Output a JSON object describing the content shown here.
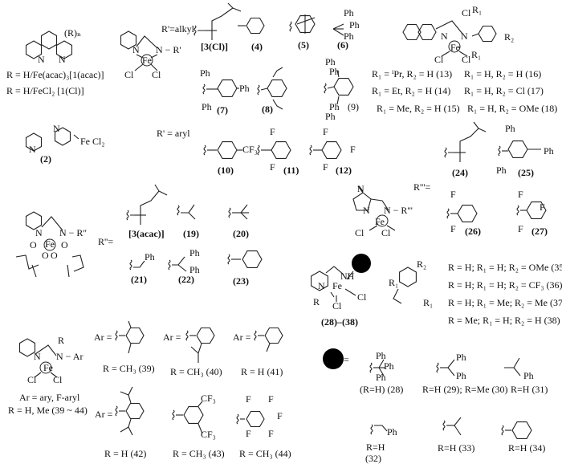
{
  "phen": {
    "rn": "(R)ₙ",
    "n1": "N",
    "n2": "N",
    "line1": "R = H/Fe(acac)₃[1(acac)]",
    "line2": "R = H/FeCl₂ [1(Cl)]"
  },
  "bipy": {
    "n1": "N",
    "n2": "N",
    "fecl2": "Fe Cl₂",
    "label": "(2)"
  },
  "complex3": {
    "n1": "N",
    "n2": "N − R'",
    "fe": "Fe",
    "cl1": "Cl",
    "cl2": "Cl",
    "alkyl": "R'=alkyl",
    "aryl": "R' = aryl"
  },
  "alkyl_groups": {
    "l3": "[3(Cl)]",
    "l4": "(4)",
    "l5": "(5)",
    "l6": "(6)",
    "ph": "Ph"
  },
  "aryl_groups": {
    "l7": "(7)",
    "l8": "(8)",
    "l9": "(9)",
    "l10": "(10)",
    "l11": "(11)",
    "l12": "(12)",
    "ph": "Ph",
    "cf3": "CF₃",
    "f": "F"
  },
  "quinoline": {
    "cl": "Cl",
    "r1": "R₁",
    "r2": "R₂",
    "n1": "N",
    "n2": "N",
    "fe": "Fe",
    "cl1": "Cl",
    "cl2": "Cl",
    "rows": [
      "R₁ = ⁱPr, R₂ = H (13)",
      "R₁ = H, R₂ = H (16)",
      "R₁ = Et, R₂ = H (14)",
      "R₁ = H, R₂ = Cl (17)",
      "R₁ = Me, R₂ = H (15)",
      "R₁ = H, R₂ = OMe (18)"
    ]
  },
  "groups24_25": {
    "l24": "(24)",
    "l25": "(25)",
    "ph": "Ph"
  },
  "acac": {
    "n1": "N",
    "n2": "N − R''",
    "fe": "Fe",
    "o": "O",
    "rpp": "R''=",
    "l3": "[3(acac)]",
    "l19": "(19)",
    "l20": "(20)",
    "l21": "(21)",
    "l22": "(22)",
    "l23": "(23)",
    "ph": "Ph"
  },
  "imid": {
    "n": "N",
    "n1": "N",
    "n2": "N − R'''",
    "fe": "Fe",
    "cl1": "Cl",
    "cl2": "Cl",
    "rppp": "R'''=",
    "f": "F",
    "l26": "(26)",
    "l27": "(27)"
  },
  "amine": {
    "nh": "NH",
    "n": "N",
    "fe": "Fe",
    "cl1": "Cl",
    "cl2": "Cl",
    "r": "R",
    "label": "(28)–(38)",
    "r1": "R₁",
    "r2": "R₂",
    "rows": [
      "R = H; R₁ = H; R₂ = OMe (35)",
      "R = H; R₁ = H; R₂ = CF₃ (36)",
      "R = H; R₁ = Me; R₂ = Me (37)",
      "R = Me; R₁ = H; R₂ = H (38)"
    ]
  },
  "arylcx": {
    "r": "R",
    "n1": "N",
    "n2": "N − Ar",
    "fe": "Fe",
    "cl1": "Cl",
    "cl2": "Cl",
    "line1": "Ar = ary, F-aryl",
    "line2": "R = H, Me (39 ~ 44)",
    "ar": "Ar =",
    "l39": "R = CH₃ (39)",
    "l40": "R = CH₃ (40)",
    "l41": "R = H (41)",
    "l42": "R = H (42)",
    "l43": "R = CH₃ (43)",
    "l44": "R = CH₃ (44)",
    "cf3": "CF₃",
    "f": "F"
  },
  "dotgroups": {
    "eq": "=",
    "ph": "Ph",
    "l28": "(R=H) (28)",
    "l2930": "R=H (29); R=Me (30)",
    "l31": "R=H (31)",
    "l32a": "R=H",
    "l32b": "(32)",
    "l33": "R=H (33)",
    "l34": "R=H (34)"
  }
}
